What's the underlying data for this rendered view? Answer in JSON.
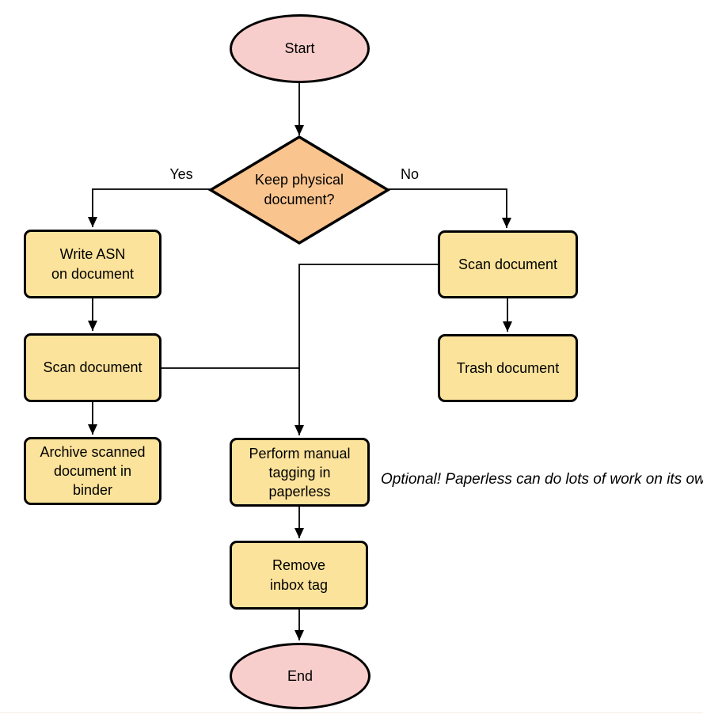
{
  "colors": {
    "terminal_fill": "#F8CECC",
    "decision_fill": "#FAC48E",
    "process_fill": "#FCE39B",
    "stroke": "#000000"
  },
  "nodes": {
    "start": {
      "label": "Start"
    },
    "decision": {
      "lines": [
        "Keep physical",
        "document?"
      ]
    },
    "write_asn": {
      "lines": [
        "Write ASN",
        "on document"
      ]
    },
    "scan_left": {
      "label": "Scan document"
    },
    "archive": {
      "lines": [
        "Archive scanned",
        "document in",
        "binder"
      ]
    },
    "scan_right": {
      "label": "Scan document"
    },
    "trash": {
      "label": "Trash document"
    },
    "tagging": {
      "lines": [
        "Perform manual",
        "tagging in",
        "paperless"
      ]
    },
    "remove_inbox": {
      "lines": [
        "Remove",
        "inbox tag"
      ]
    },
    "end": {
      "label": "End"
    }
  },
  "edge_labels": {
    "yes": "Yes",
    "no": "No"
  },
  "annotation": {
    "lines": [
      "Optional! Paperless can do lots of work on",
      "its own here."
    ]
  }
}
